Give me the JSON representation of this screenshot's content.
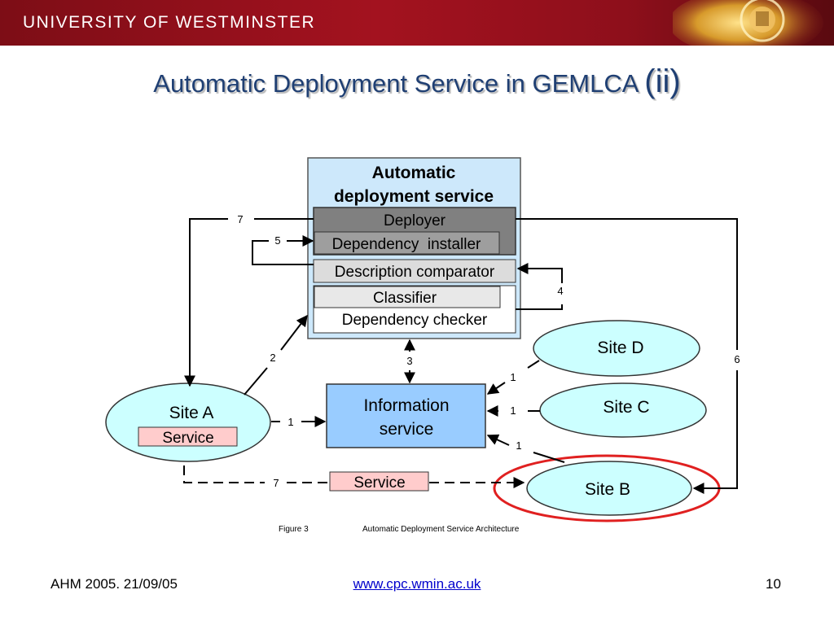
{
  "banner": {
    "institution": "UNIVERSITY OF WESTMINSTER"
  },
  "title": {
    "main": "Automatic Deployment Service in GEMLCA",
    "suffix": "(ii)"
  },
  "diagram": {
    "ads_title_line1": "Automatic",
    "ads_title_line2": "deployment service",
    "deployer": "Deployer",
    "dependency_installer": "Dependency  installer",
    "description_comparator": "Description comparator",
    "classifier": "Classifier",
    "dependency_checker": "Dependency checker",
    "information_service_line1": "Information",
    "information_service_line2": "service",
    "site_a": "Site A",
    "site_a_service": "Service",
    "site_b": "Site B",
    "site_c": "Site C",
    "site_d": "Site D",
    "moving_service": "Service",
    "steps": {
      "s1_a": "1",
      "s1_d": "1",
      "s1_c": "1",
      "s1_b": "1",
      "s2": "2",
      "s3": "3",
      "s4": "4",
      "s5": "5",
      "s6": "6",
      "s7_top": "7",
      "s7_bottom": "7"
    },
    "caption_figure": "Figure 3",
    "caption_text": "Automatic Deployment Service Architecture"
  },
  "footer": {
    "left": "AHM 2005. 21/09/05",
    "link": "www.cpc.wmin.ac.uk",
    "page": "10"
  },
  "colors": {
    "banner": "#a3121f",
    "title": "#1f3f73",
    "ads_box": "#cde8fb",
    "info_box": "#99ccff",
    "site_fill": "#ccffff",
    "service_fill": "#ffcccc",
    "highlight_ring": "#e02020"
  }
}
